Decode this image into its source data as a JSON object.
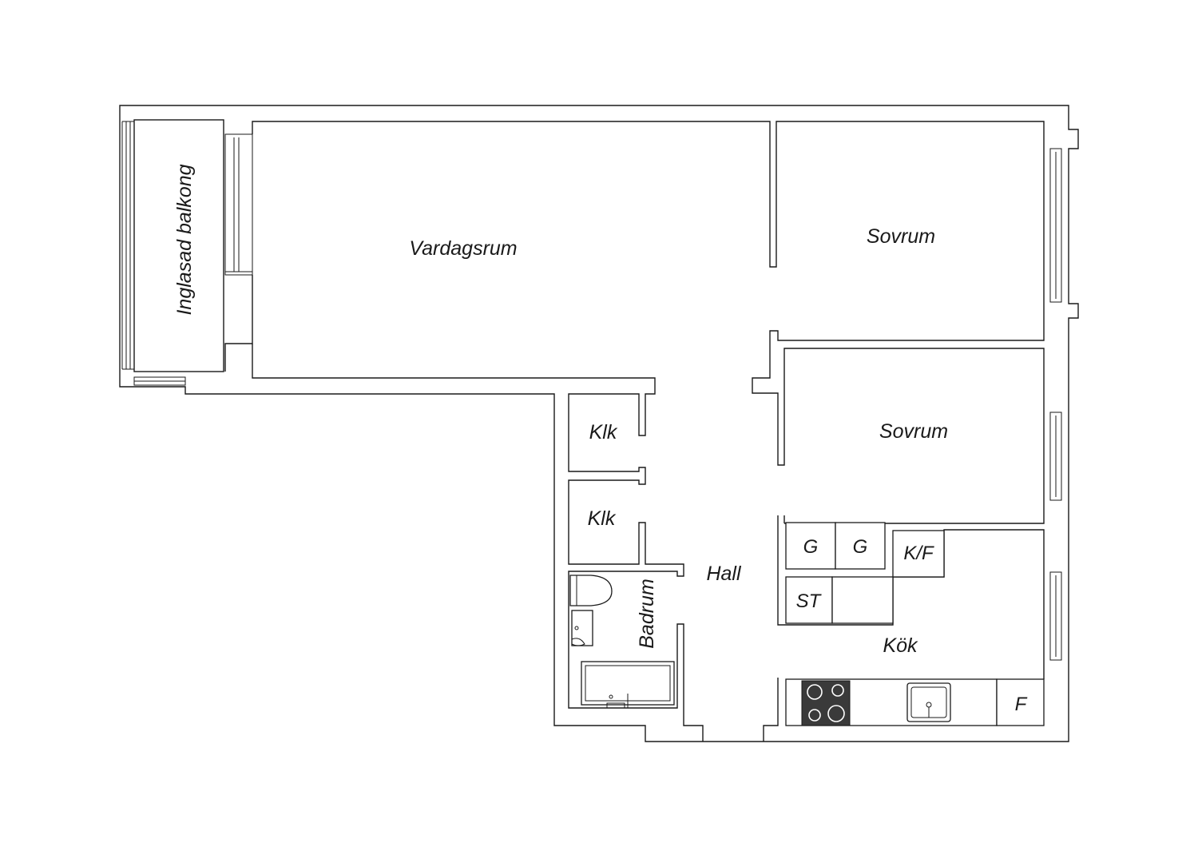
{
  "rooms": {
    "balcony": "Inglasad balkong",
    "living": "Vardagsrum",
    "bedroom1": "Sovrum",
    "bedroom2": "Sovrum",
    "closet1": "Klk",
    "closet2": "Klk",
    "hall": "Hall",
    "bathroom": "Badrum",
    "kitchen": "Kök"
  },
  "fixtures": {
    "wardrobe1": "G",
    "wardrobe2": "G",
    "fridge_freezer": "K/F",
    "storage": "ST",
    "freezer": "F"
  },
  "colors": {
    "line": "#1a1a1a",
    "stove": "#3a3a3a"
  }
}
